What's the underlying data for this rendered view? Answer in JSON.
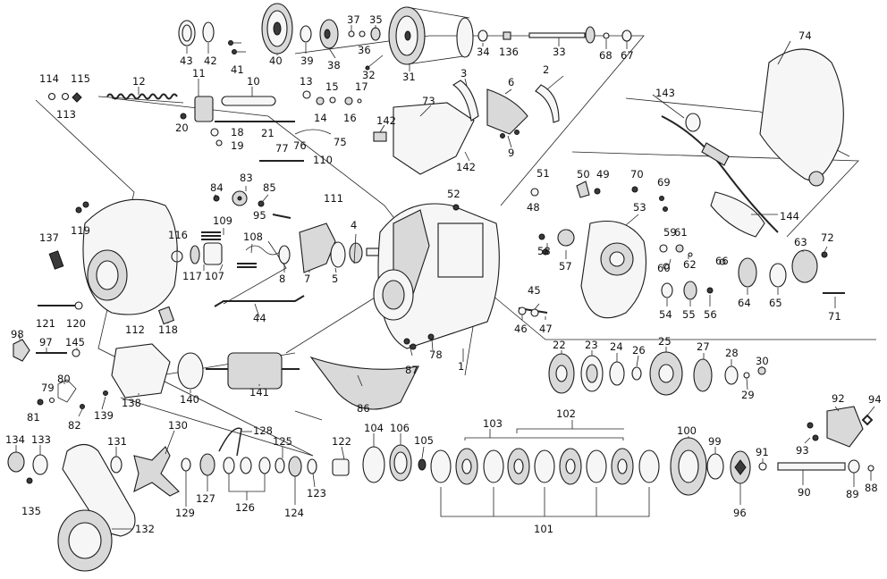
{
  "diagram": {
    "part_numbers": [
      "1",
      "2",
      "3",
      "4",
      "5",
      "6",
      "7",
      "8",
      "9",
      "10",
      "11",
      "12",
      "13",
      "14",
      "15",
      "16",
      "17",
      "18",
      "19",
      "20",
      "21",
      "22",
      "23",
      "24",
      "25",
      "26",
      "27",
      "28",
      "29",
      "30",
      "31",
      "32",
      "33",
      "34",
      "35",
      "36",
      "37",
      "38",
      "39",
      "40",
      "41",
      "42",
      "43",
      "44",
      "45",
      "46",
      "47",
      "48",
      "49",
      "50",
      "51",
      "52",
      "53",
      "54",
      "55",
      "56",
      "57",
      "58",
      "59",
      "60",
      "61",
      "62",
      "63",
      "64",
      "65",
      "66",
      "67",
      "68",
      "69",
      "70",
      "71",
      "72",
      "73",
      "74",
      "75",
      "76",
      "77",
      "78",
      "79",
      "80",
      "81",
      "82",
      "83",
      "84",
      "85",
      "86",
      "87",
      "88",
      "89",
      "90",
      "91",
      "92",
      "93",
      "94",
      "95",
      "96",
      "97",
      "98",
      "99",
      "100",
      "101",
      "102",
      "103",
      "104",
      "105",
      "106",
      "107",
      "108",
      "109",
      "110",
      "111",
      "112",
      "113",
      "114",
      "115",
      "116",
      "117",
      "118",
      "119",
      "120",
      "121",
      "122",
      "123",
      "124",
      "125",
      "126",
      "127",
      "128",
      "129",
      "130",
      "131",
      "132",
      "133",
      "134",
      "135",
      "136",
      "137",
      "138",
      "139",
      "140",
      "141",
      "142",
      "143",
      "144",
      "145"
    ]
  }
}
